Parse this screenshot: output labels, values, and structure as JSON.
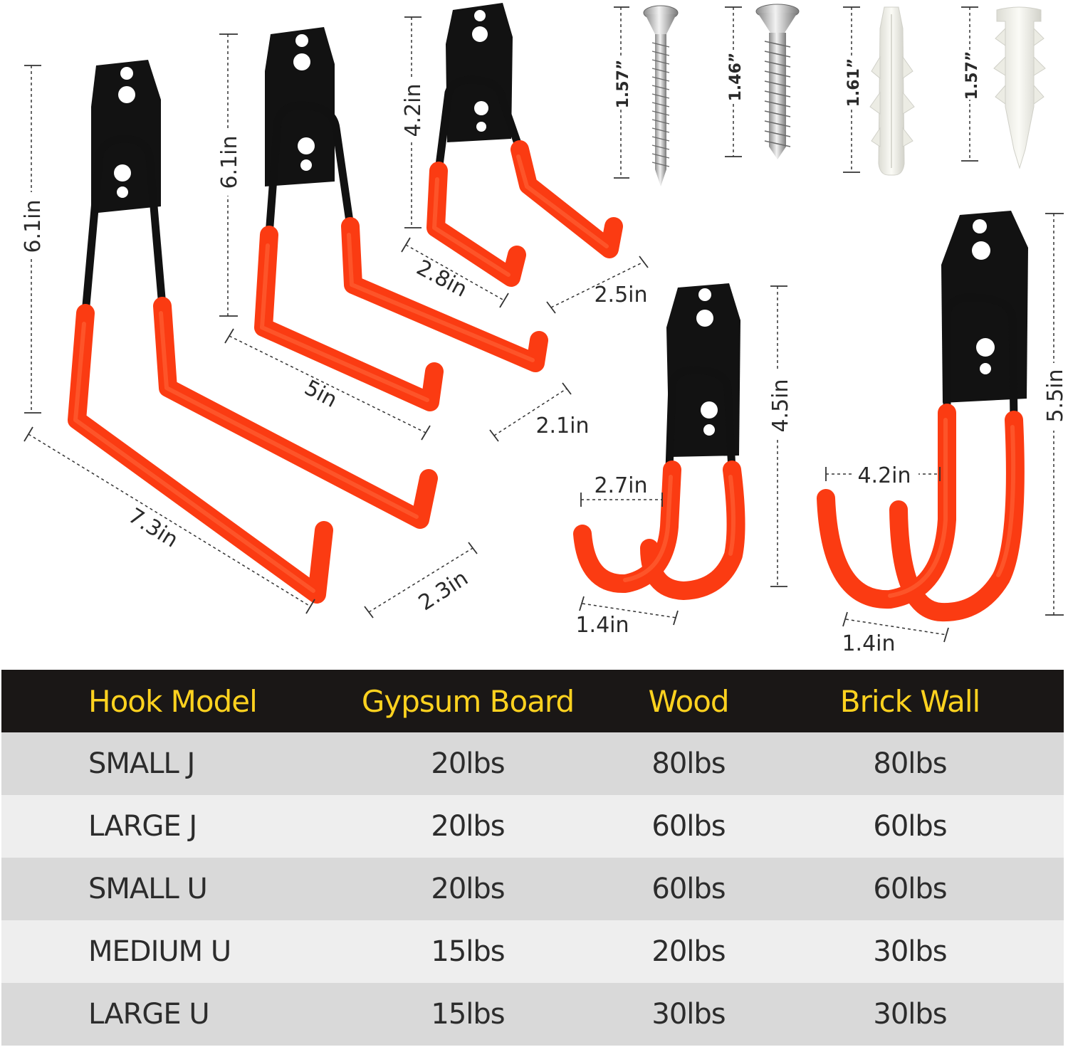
{
  "dimensions": {
    "large_j_height": "6.1in",
    "large_j_length": "7.3in",
    "large_j_depth": "2.3in",
    "small_j_height": "6.1in",
    "small_j_length": "5in",
    "small_j_depth": "2.1in",
    "small_u_height": "4.2in",
    "small_u_length": "2.8in",
    "small_u_depth": "2.5in",
    "medium_u_height": "4.5in",
    "medium_u_width": "2.7in",
    "medium_u_depth": "1.4in",
    "large_u_height": "5.5in",
    "large_u_width": "4.2in",
    "large_u_depth": "1.4in",
    "screw_1": "1.57”",
    "screw_2": "1.46”",
    "anchor_1": "1.61”",
    "anchor_2": "1.57”"
  },
  "colors": {
    "sleeve": "#fb3b12",
    "plate": "#121212",
    "header_bg": "#1a1716",
    "header_text": "#ffd21f"
  },
  "table": {
    "headers": [
      "Hook Model",
      "Gypsum Board",
      "Wood",
      "Brick Wall"
    ],
    "rows": [
      [
        "SMALL J",
        "20lbs",
        "80lbs",
        "80lbs"
      ],
      [
        "LARGE J",
        "20lbs",
        "60lbs",
        "60lbs"
      ],
      [
        "SMALL U",
        "20lbs",
        "60lbs",
        "60lbs"
      ],
      [
        "MEDIUM U",
        "15lbs",
        "20lbs",
        "30lbs"
      ],
      [
        "LARGE U",
        "15lbs",
        "30lbs",
        "30lbs"
      ]
    ]
  }
}
